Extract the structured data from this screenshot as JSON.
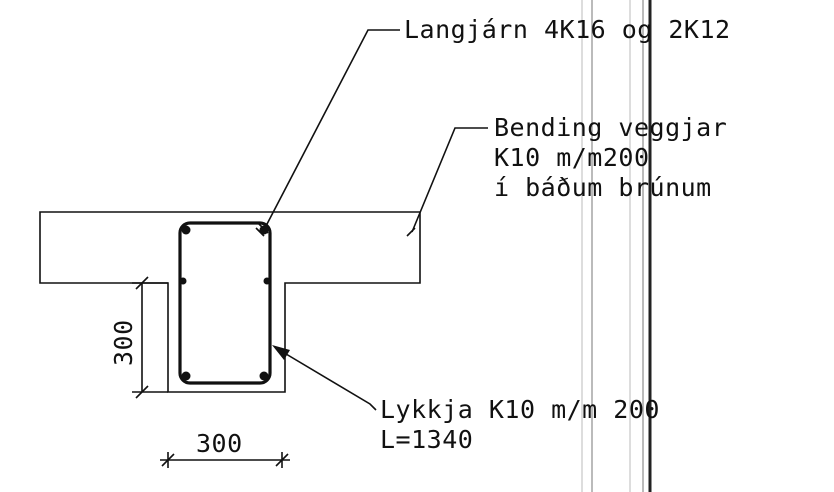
{
  "labels": {
    "longitudinal_bars": "Langjárn 4K16 og 2K12",
    "wall_bending_line1": "Bending veggjar",
    "wall_bending_line2": "K10 m/m200",
    "wall_bending_line3": "í báðum brúnum",
    "stirrup_line1": "Lykkja K10 m/m 200",
    "stirrup_line2": "L=1340",
    "dim_height": "300",
    "dim_width": "300"
  }
}
